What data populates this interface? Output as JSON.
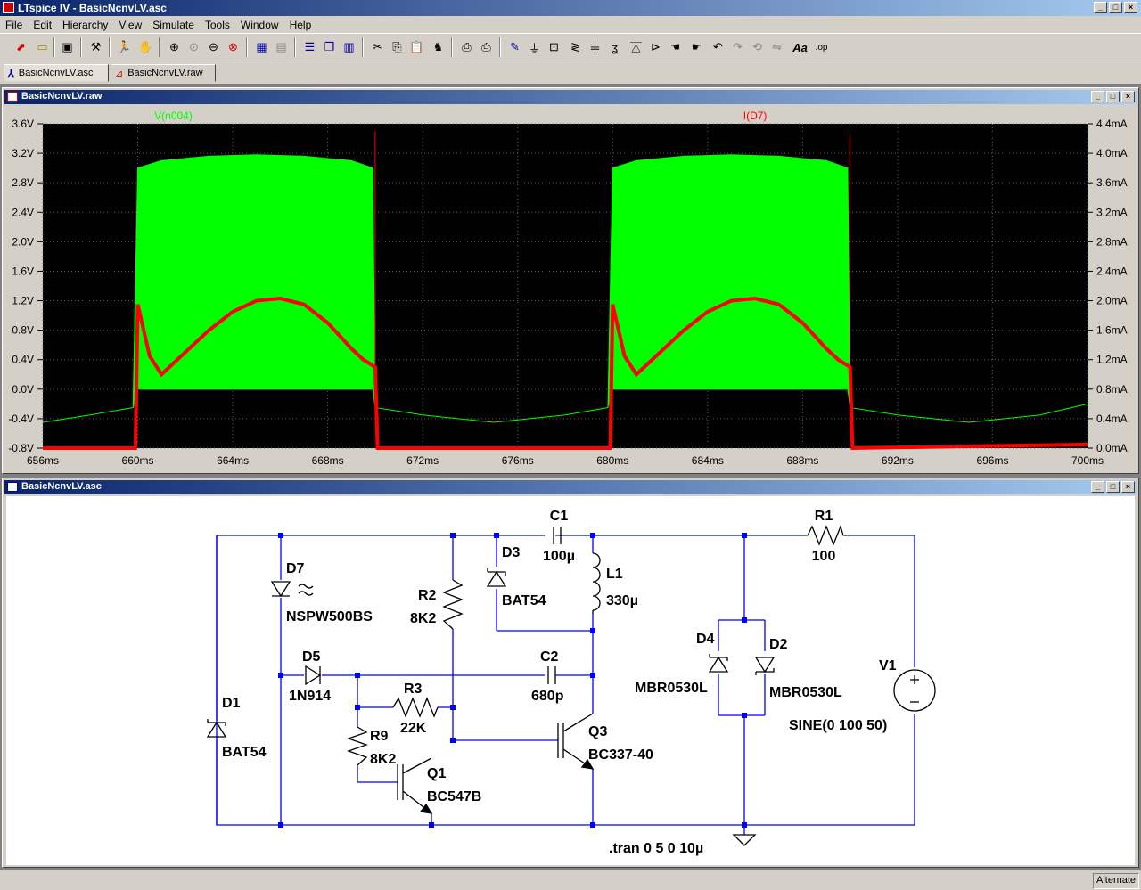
{
  "app": {
    "title": "LTspice IV - BasicNcnvLV.asc"
  },
  "menu": [
    "File",
    "Edit",
    "Hierarchy",
    "View",
    "Simulate",
    "Tools",
    "Window",
    "Help"
  ],
  "tabs": [
    {
      "label": "BasicNcnvLV.asc"
    },
    {
      "label": "BasicNcnvLV.raw"
    }
  ],
  "waveform_window": {
    "title": "BasicNcnvLV.raw"
  },
  "schematic_window": {
    "title": "BasicNcnvLV.asc"
  },
  "status": {
    "mode": "Alternate"
  },
  "colors": {
    "trace_voltage": "#00ff00",
    "trace_current": "#ff0000",
    "plot_bg": "#000000",
    "wire": "#0000ff",
    "component": "#000000"
  },
  "chart_data": {
    "type": "line",
    "x_ticks": [
      "656ms",
      "660ms",
      "664ms",
      "668ms",
      "672ms",
      "676ms",
      "680ms",
      "684ms",
      "688ms",
      "692ms",
      "696ms",
      "700ms"
    ],
    "xlim": [
      656,
      700
    ],
    "x_unit": "ms",
    "y_left_ticks": [
      "3.6V",
      "3.2V",
      "2.8V",
      "2.4V",
      "2.0V",
      "1.6V",
      "1.2V",
      "0.8V",
      "0.4V",
      "0.0V",
      "-0.4V",
      "-0.8V"
    ],
    "ylim_left": [
      -0.8,
      3.6
    ],
    "y_right_ticks": [
      "4.4mA",
      "4.0mA",
      "3.6mA",
      "3.2mA",
      "2.8mA",
      "2.4mA",
      "2.0mA",
      "1.6mA",
      "1.2mA",
      "0.8mA",
      "0.4mA",
      "0.0mA"
    ],
    "ylim_right": [
      0.0,
      4.4
    ],
    "grid": true,
    "series": [
      {
        "name": "V(n004)",
        "axis": "left",
        "color": "#00ff00",
        "envelope_x": [
          656,
          658,
          659.8,
          660,
          661,
          663,
          665,
          667,
          669,
          669.9,
          670,
          672,
          675,
          678,
          679.8,
          680,
          681,
          683,
          685,
          687,
          689,
          689.9,
          690,
          692,
          695,
          698,
          700
        ],
        "envelope_max": [
          -0.45,
          -0.35,
          -0.25,
          3.0,
          3.1,
          3.16,
          3.18,
          3.16,
          3.1,
          3.0,
          -0.25,
          -0.35,
          -0.45,
          -0.35,
          -0.25,
          3.0,
          3.1,
          3.16,
          3.18,
          3.16,
          3.1,
          3.0,
          -0.25,
          -0.35,
          -0.45,
          -0.35,
          -0.2
        ],
        "envelope_min": [
          -0.45,
          -0.35,
          -0.25,
          0.0,
          0.0,
          0.0,
          0.0,
          0.0,
          0.0,
          0.0,
          -0.25,
          -0.35,
          -0.45,
          -0.35,
          -0.25,
          0.0,
          0.0,
          0.0,
          0.0,
          0.0,
          0.0,
          0.0,
          -0.25,
          -0.35,
          -0.45,
          -0.35,
          -0.2
        ]
      },
      {
        "name": "I(D7)",
        "axis": "right",
        "color": "#ff0000",
        "x": [
          656,
          659.9,
          660,
          660.5,
          661,
          662,
          663,
          664,
          665,
          666,
          667,
          668,
          669,
          669.5,
          670,
          670.1,
          679.9,
          680,
          680.5,
          681,
          682,
          683,
          684,
          685,
          686,
          687,
          688,
          689,
          689.5,
          690,
          690.1,
          700
        ],
        "y": [
          0.0,
          0.0,
          1.95,
          1.25,
          1.0,
          1.3,
          1.6,
          1.85,
          2.0,
          2.03,
          1.95,
          1.7,
          1.35,
          1.2,
          1.1,
          0.0,
          0.0,
          1.95,
          1.25,
          1.0,
          1.3,
          1.6,
          1.85,
          2.0,
          2.03,
          1.95,
          1.7,
          1.35,
          1.2,
          1.1,
          0.0,
          0.05
        ]
      }
    ]
  },
  "schematic": {
    "components": [
      {
        "ref": "C1",
        "value": "100µ"
      },
      {
        "ref": "R1",
        "value": "100"
      },
      {
        "ref": "D7",
        "value": "NSPW500BS"
      },
      {
        "ref": "D3",
        "value": "BAT54"
      },
      {
        "ref": "L1",
        "value": "330µ"
      },
      {
        "ref": "R2",
        "value": "8K2"
      },
      {
        "ref": "D4",
        "value": "MBR0530L"
      },
      {
        "ref": "D2",
        "value": "MBR0530L"
      },
      {
        "ref": "D5",
        "value": "1N914"
      },
      {
        "ref": "C2",
        "value": "680p"
      },
      {
        "ref": "R3",
        "value": "22K"
      },
      {
        "ref": "V1",
        "value": "SINE(0 100 50)"
      },
      {
        "ref": "D1",
        "value": "BAT54"
      },
      {
        "ref": "R9",
        "value": "8K2"
      },
      {
        "ref": "Q3",
        "value": "BC337-40"
      },
      {
        "ref": "Q1",
        "value": "BC547B"
      }
    ],
    "directive": ".tran 0 5 0 10µ"
  }
}
